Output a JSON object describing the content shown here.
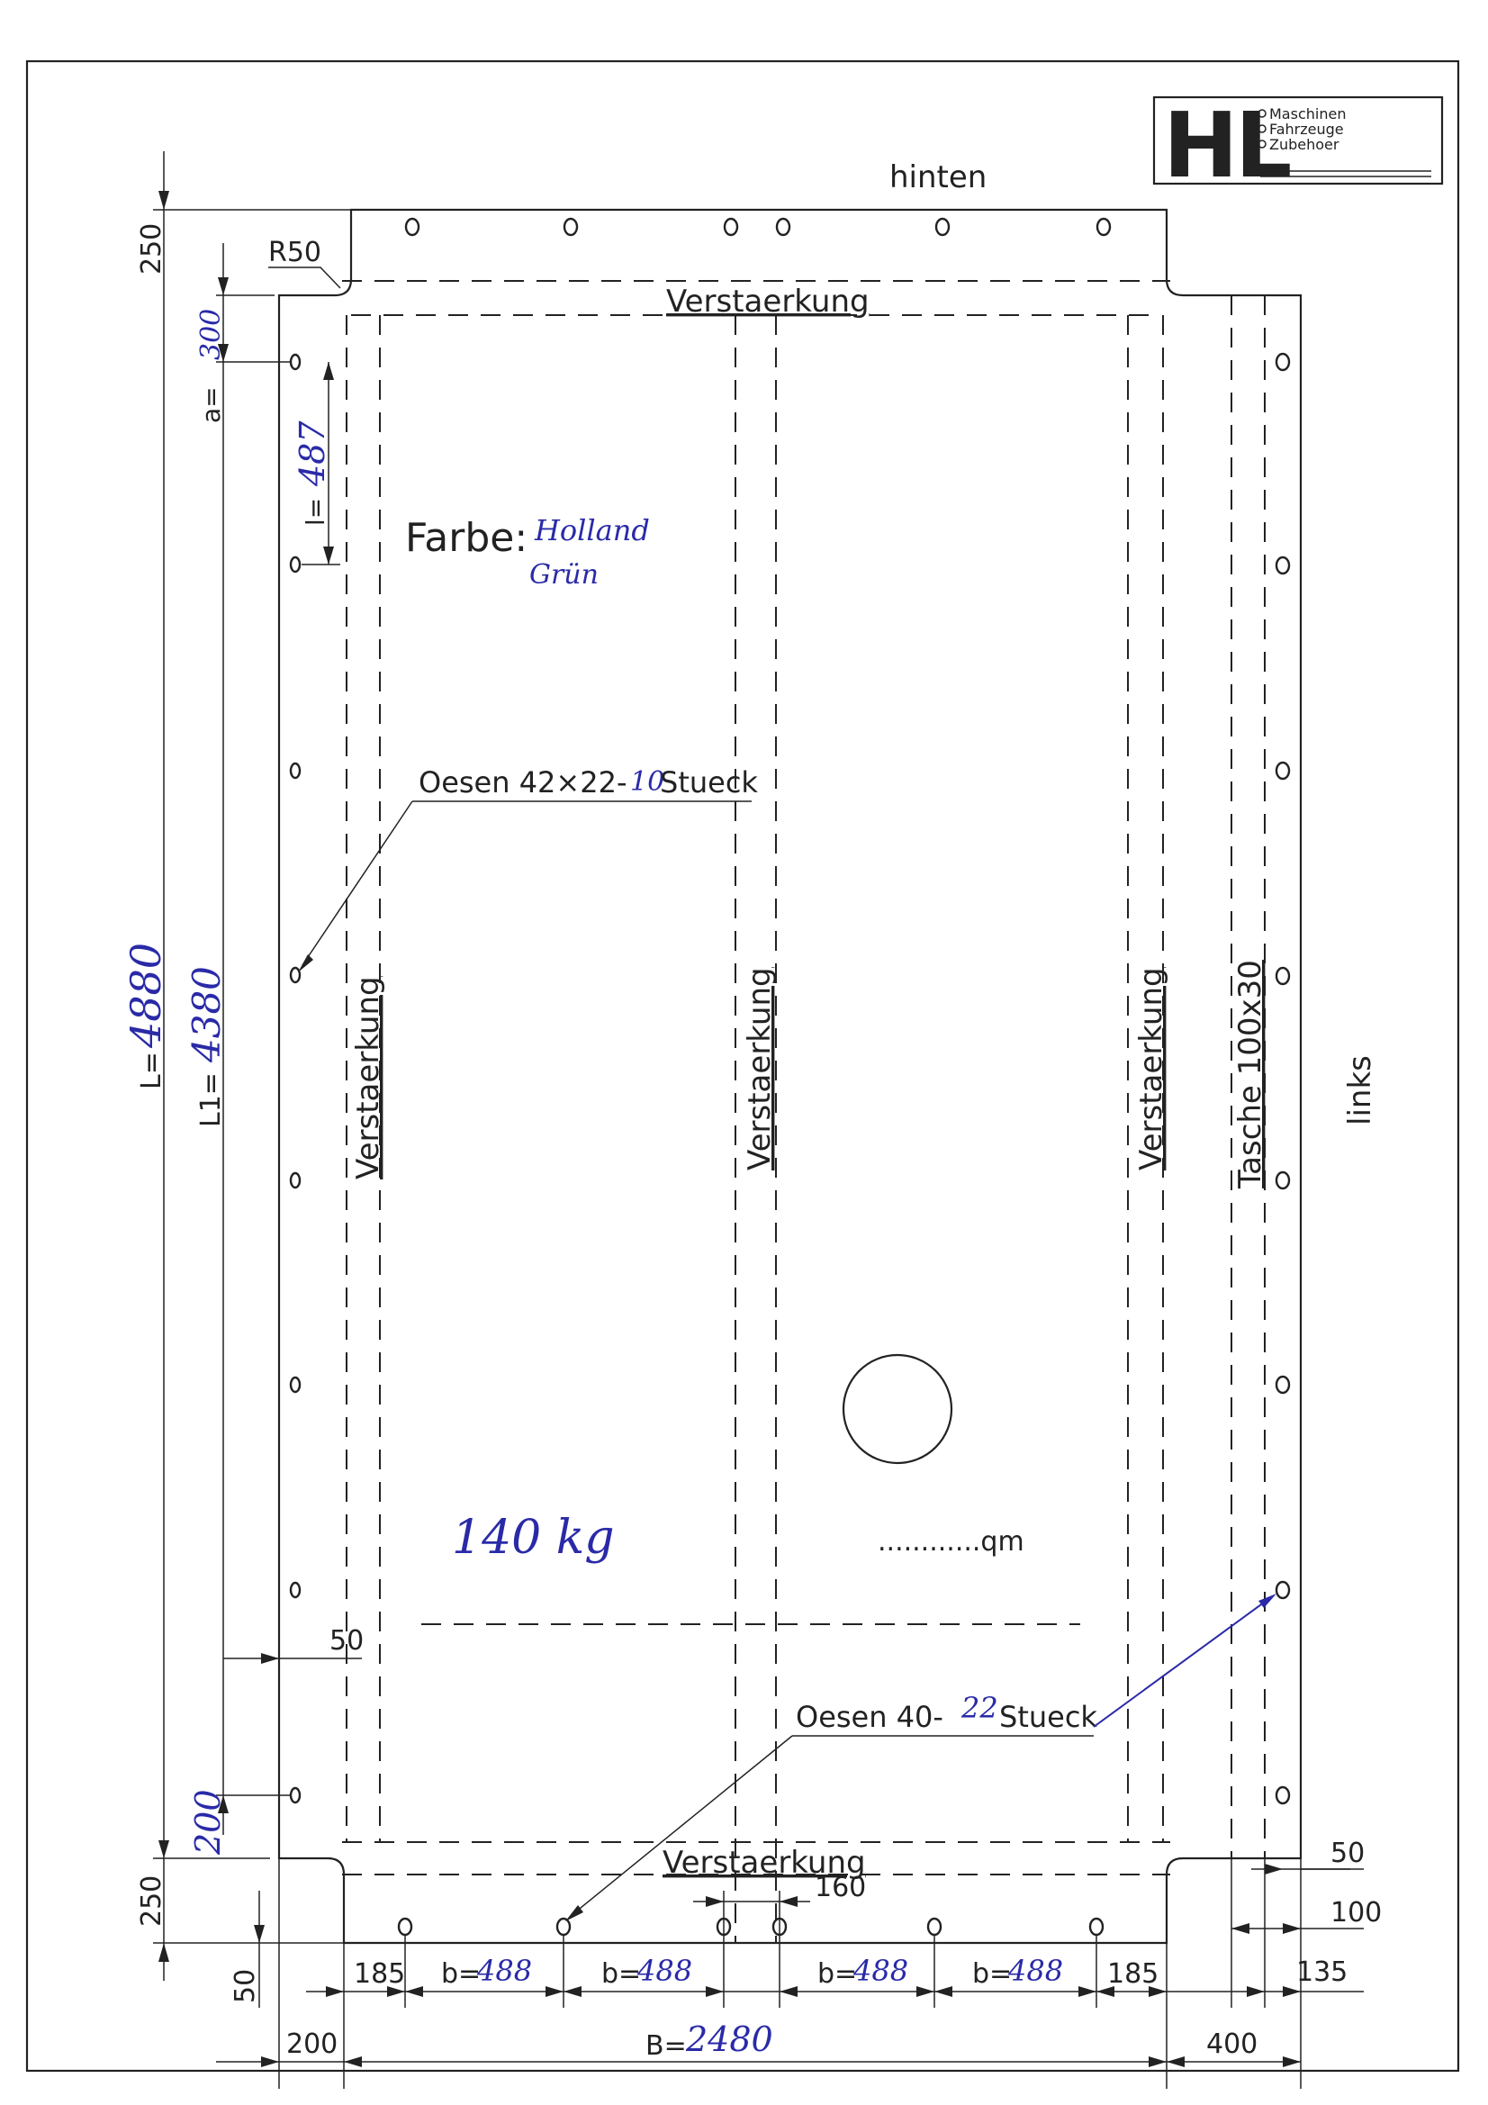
{
  "logo": {
    "letters": "HL",
    "lines": [
      "Maschinen",
      "Fahrzeuge",
      "Zubehoer"
    ]
  },
  "sides": {
    "back": "hinten",
    "left": "links"
  },
  "labels": {
    "reinforcement": "Verstaerkung",
    "pocket": "Tasche 100x30",
    "radius": "R50",
    "colour_label": "Farbe:",
    "colour_value_line1": "Holland",
    "colour_value_line2": "Grün",
    "eyelets_side_prefix": "Oesen 42×22-",
    "eyelets_side_count": "10",
    "eyelets_side_suffix": "Stueck",
    "eyelets_main_prefix": "Oesen  40-",
    "eyelets_main_count": "22",
    "eyelets_main_suffix": "Stueck",
    "weight": "140 kg",
    "area": "............qm"
  },
  "dimensions": {
    "top_flap": "250",
    "bottom_flap": "250",
    "a_label": "a=",
    "a_value": "300",
    "l_label": "l=",
    "l_value": "487",
    "L_label": "L=",
    "L_value": "4880",
    "L1_label": "L1=",
    "L1_value": "4380",
    "bottom_offset": "200",
    "fifty_left": "50",
    "fifty_bottom": "50",
    "fifty_right": "50",
    "hundred": "100",
    "one_thirty_five": "135",
    "one_sixty": "160",
    "edge_185_left": "185",
    "edge_185_right": "185",
    "b_label": "b=",
    "b1": "488",
    "b2": "488",
    "b3": "488",
    "b4": "488",
    "left_200": "200",
    "right_400": "400",
    "B_label": "B=",
    "B_value": "2480"
  }
}
